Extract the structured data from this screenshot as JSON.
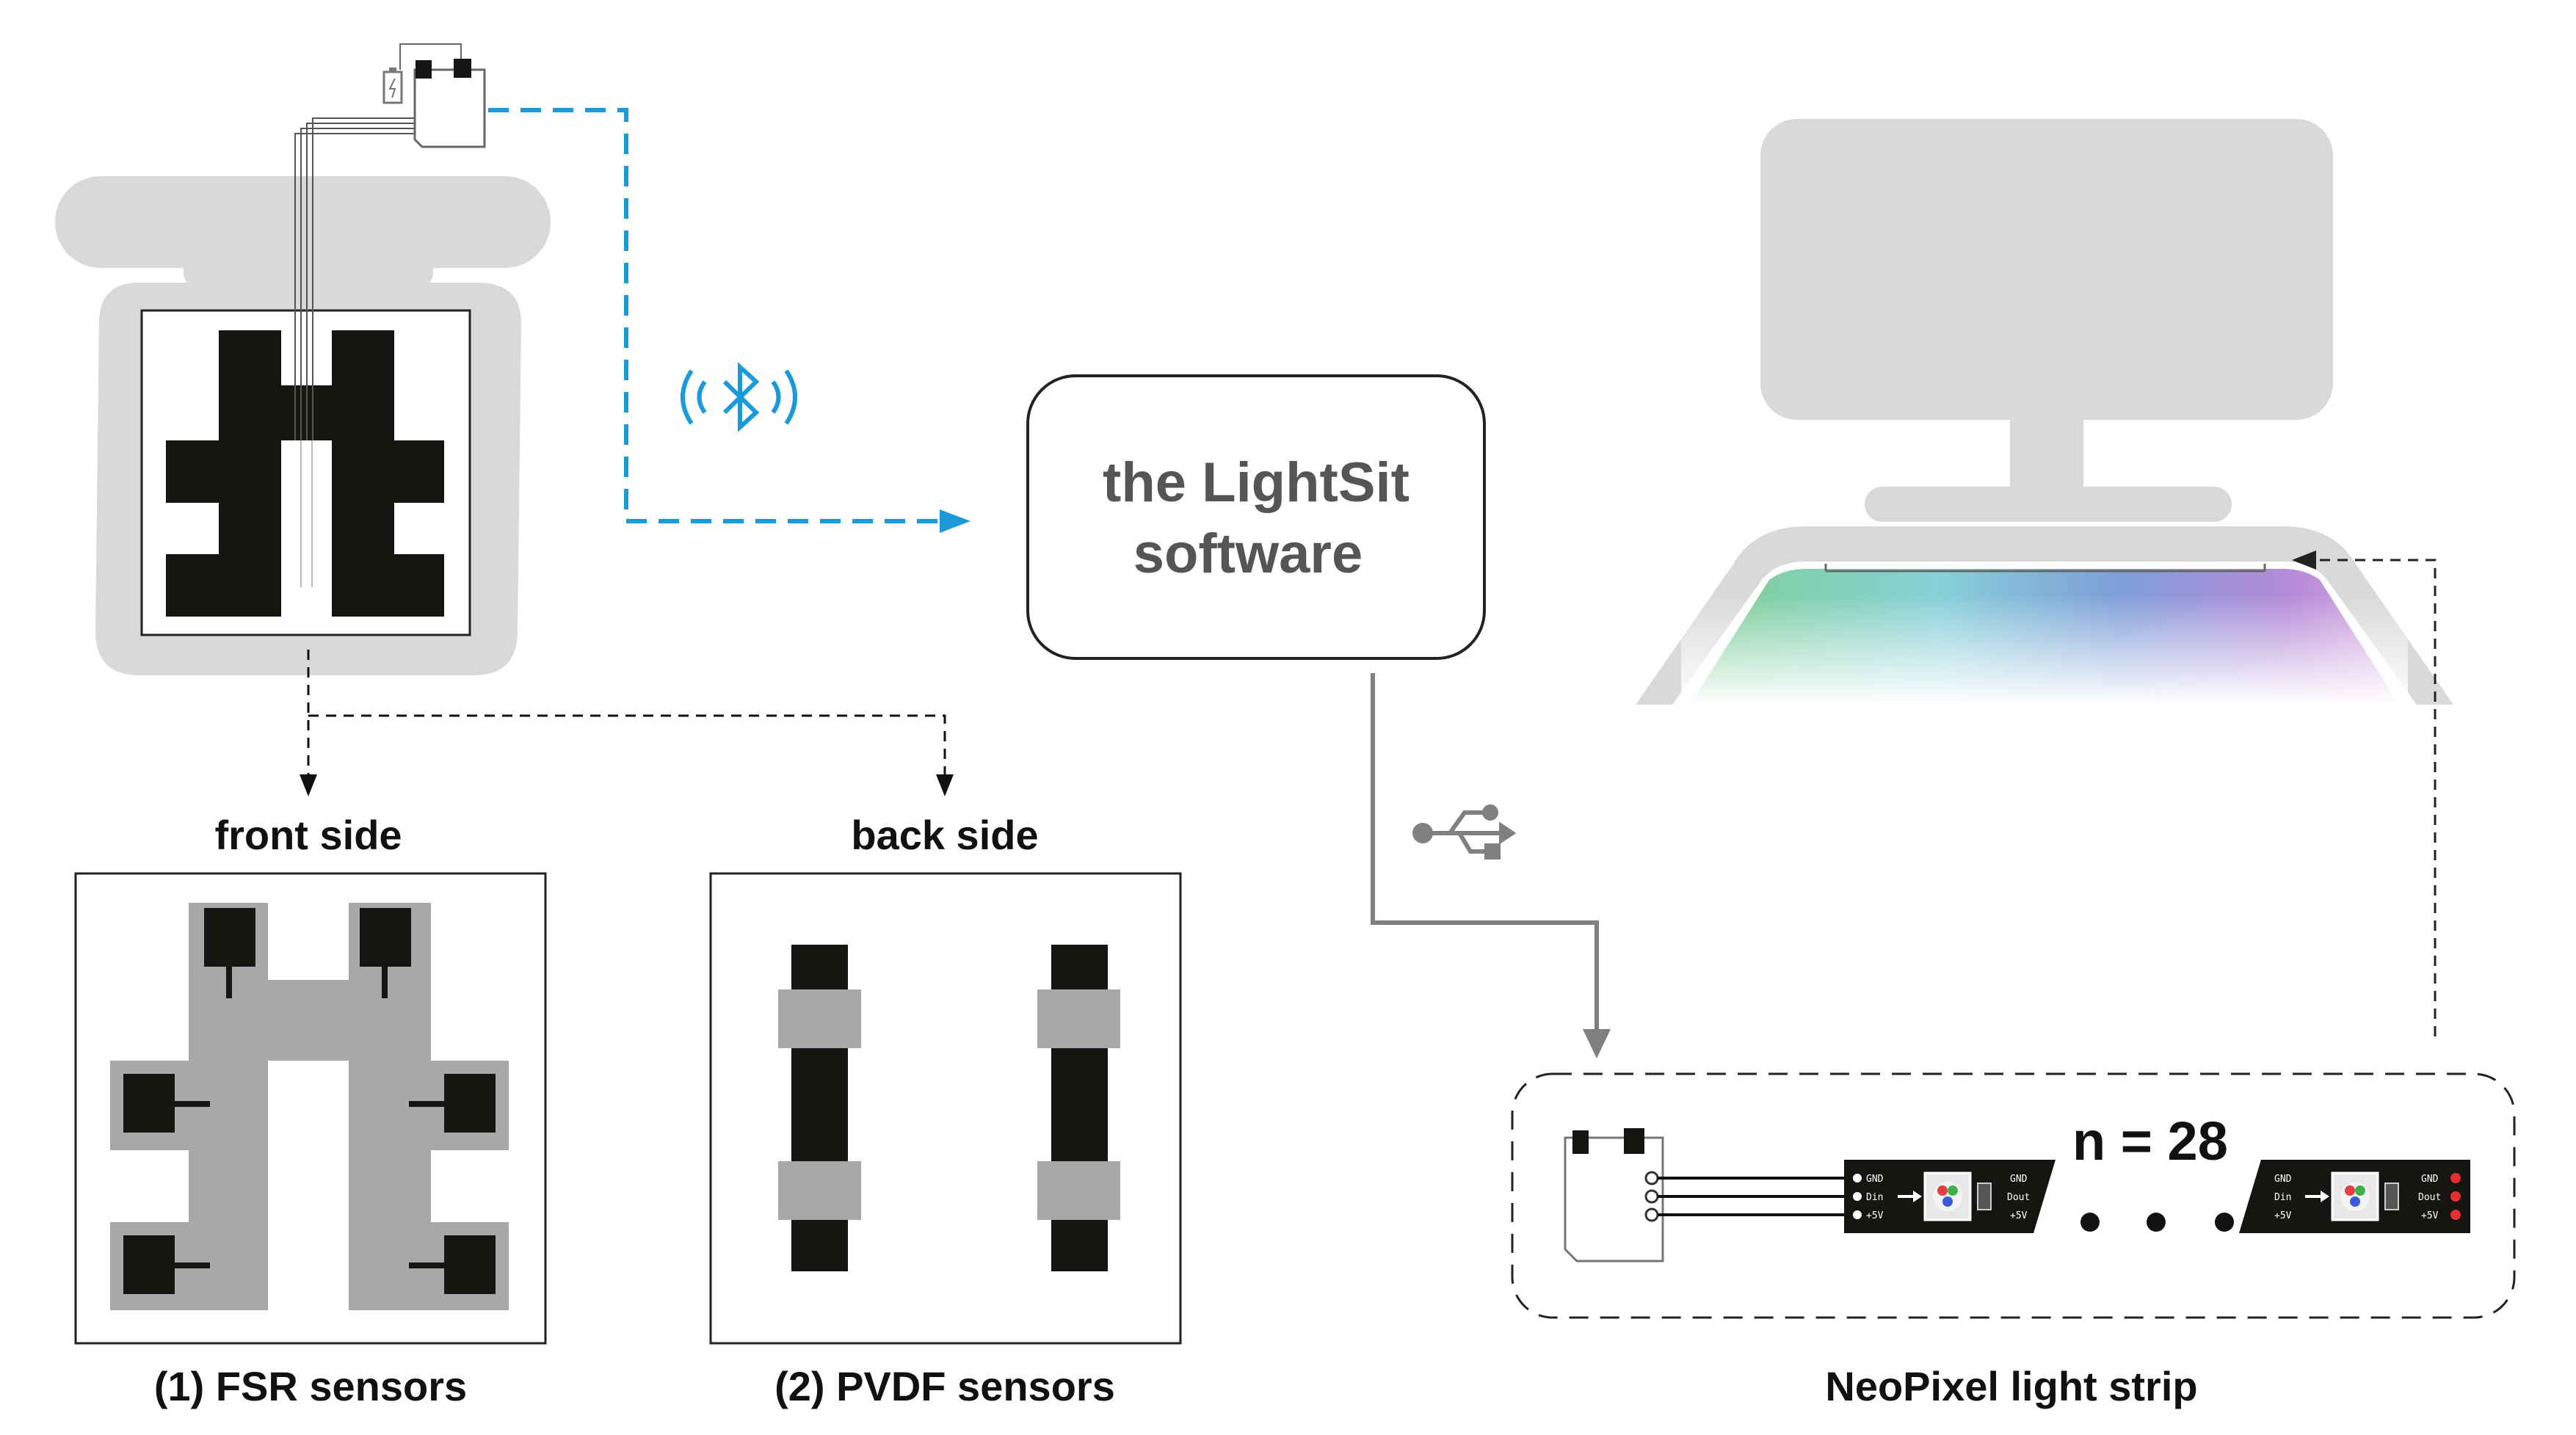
{
  "labels": {
    "front_side": "front side",
    "back_side": "back side",
    "fsr_caption": "(1) FSR sensors",
    "pvdf_caption": "(2) PVDF sensors",
    "software_line1": "the LightSit",
    "software_line2": "software",
    "strip_caption": "NeoPixel light strip",
    "led_count": "n = 28",
    "ellipsis": "● ● ●"
  },
  "pin_labels": {
    "in_left": [
      "GND",
      "Din",
      "+5V"
    ],
    "out_left": [
      "GND",
      "Dout",
      "+5V"
    ]
  },
  "icons": {
    "bluetooth": "bluetooth-icon",
    "usb": "usb-icon",
    "battery": "battery-icon"
  },
  "colors": {
    "wireless_link": "#1a9ad9",
    "wired_link": "#808080",
    "chair_grey": "#d9d9d9",
    "sensor_black": "#161512",
    "sensor_grey": "#a8a8a8"
  }
}
